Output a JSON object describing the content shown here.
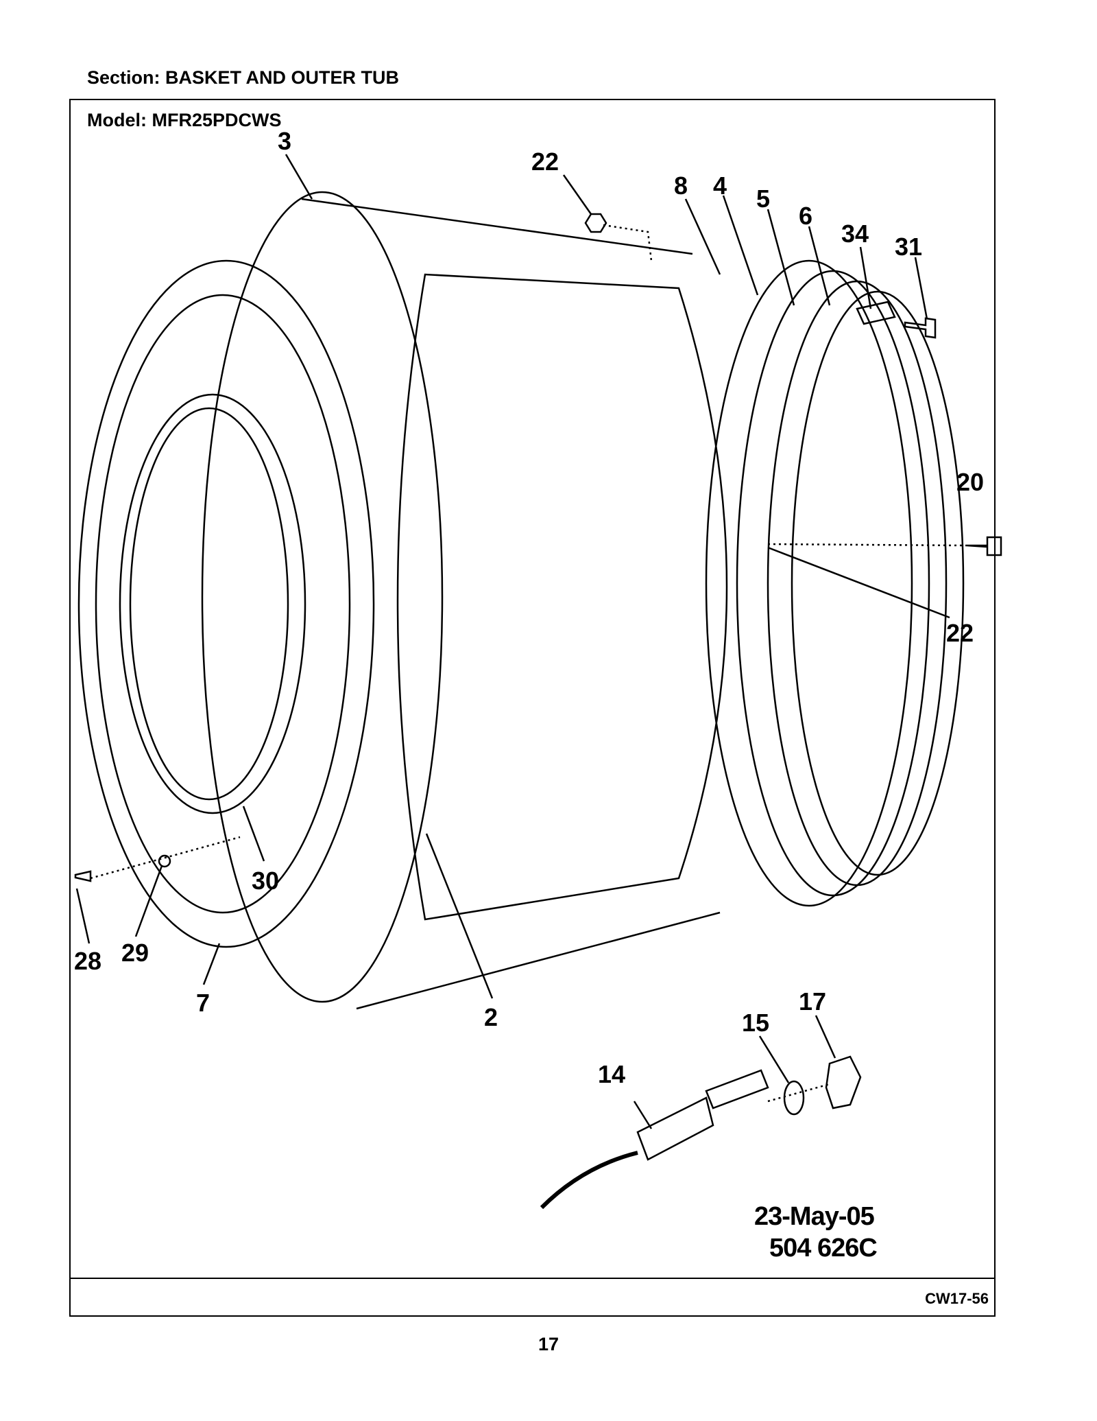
{
  "section_title": "Section:  BASKET AND OUTER TUB",
  "model_title": "Model:  MFR25PDCWS",
  "callouts": {
    "c3": "3",
    "c22a": "22",
    "c8": "8",
    "c4": "4",
    "c5": "5",
    "c6": "6",
    "c34": "34",
    "c31": "31",
    "c20": "20",
    "c22b": "22",
    "c30": "30",
    "c28": "28",
    "c29": "29",
    "c7": "7",
    "c2": "2",
    "c17": "17",
    "c15": "15",
    "c14": "14"
  },
  "stamp": {
    "date": "23-May-05",
    "drawing_number": "504 626C"
  },
  "footer_code": "CW17-56",
  "page_number": "17"
}
